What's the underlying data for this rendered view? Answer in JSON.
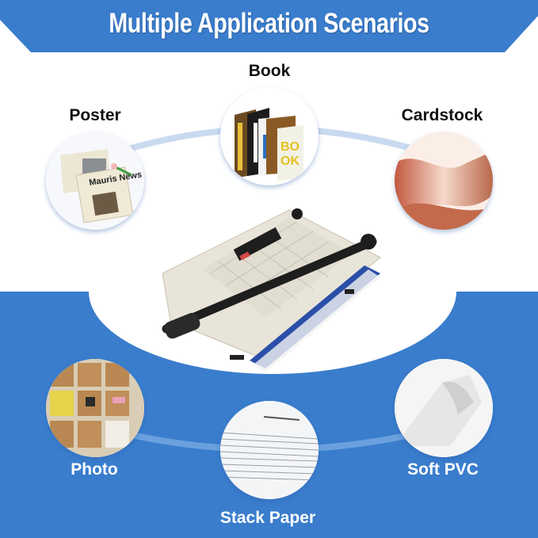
{
  "banner": {
    "title": "Multiple Application Scenarios",
    "color": "#3a7dcd"
  },
  "background": {
    "lower_color": "#3a7dcd",
    "upper_color": "#ffffff",
    "arc_color_top": "#c9daf0",
    "arc_color_bottom": "#6aa0dd"
  },
  "scenarios": [
    {
      "label": "Book",
      "icon": "books-icon"
    },
    {
      "label": "Poster",
      "icon": "newspaper-icon"
    },
    {
      "label": "Cardstock",
      "icon": "copper-sheet-icon"
    },
    {
      "label": "Photo",
      "icon": "photo-wall-icon"
    },
    {
      "label": "Stack Paper",
      "icon": "paper-stack-icon"
    },
    {
      "label": "Soft PVC",
      "icon": "pvc-sheet-icon"
    }
  ],
  "product": {
    "name": "paper-cutter",
    "colors": {
      "body": "#e8e4d8",
      "handle": "#1e1e1e",
      "guard": "#2b4fa8"
    }
  }
}
